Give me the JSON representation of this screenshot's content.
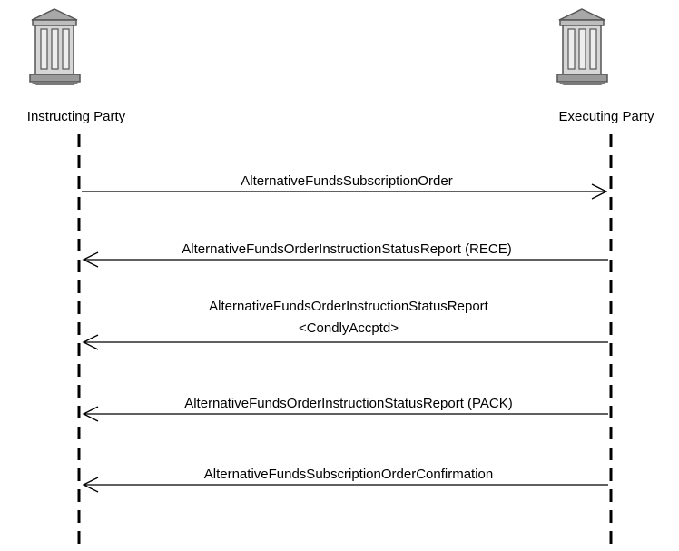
{
  "parties": {
    "left": {
      "label": "Instructing Party",
      "icon": "bank-building-icon"
    },
    "right": {
      "label": "Executing Party",
      "icon": "bank-building-icon"
    }
  },
  "messages": [
    {
      "lines": [
        "AlternativeFundsSubscriptionOrder"
      ],
      "direction": "right"
    },
    {
      "lines": [
        "AlternativeFundsOrderInstructionStatusReport  (RECE)"
      ],
      "direction": "left"
    },
    {
      "lines": [
        "AlternativeFundsOrderInstructionStatusReport",
        "<CondlyAccptd>"
      ],
      "direction": "left"
    },
    {
      "lines": [
        "AlternativeFundsOrderInstructionStatusReport (PACK)"
      ],
      "direction": "left"
    },
    {
      "lines": [
        "AlternativeFundsSubscriptionOrderConfirmation"
      ],
      "direction": "left"
    }
  ],
  "colors": {
    "icon_fill": "#9a9a9a",
    "icon_dark": "#555555",
    "icon_light": "#e6e6e6",
    "line": "#000000"
  }
}
